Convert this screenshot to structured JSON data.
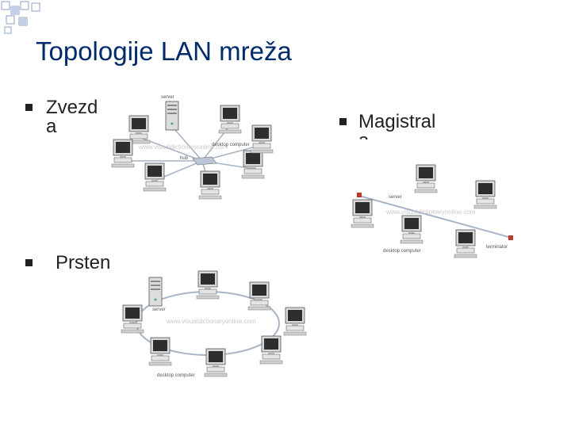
{
  "slide": {
    "title": "Topologije LAN mreža"
  },
  "topologies": {
    "star": {
      "bullet_line1": "Zvezd",
      "bullet_line2": "a",
      "labels": {
        "server": "server",
        "hub": "hub",
        "computer": "desktop computer",
        "watermark": "www.visualdictionaryonline.com"
      }
    },
    "bus": {
      "bullet_line1": "Magistral",
      "bullet_line2": "a",
      "labels": {
        "server": "server",
        "terminator": "terminator",
        "computer": "desktop computer",
        "watermark": "www.visualdictionaryonline.com"
      }
    },
    "ring": {
      "bullet_label": "Prsten",
      "labels": {
        "server": "server",
        "computer": "desktop computer",
        "watermark": "www.visualdictionaryonline.com"
      }
    }
  },
  "colors": {
    "title": "#002b6b",
    "text": "#222222",
    "cable": "#a8b4c6",
    "accent_red": "#c0392b"
  }
}
